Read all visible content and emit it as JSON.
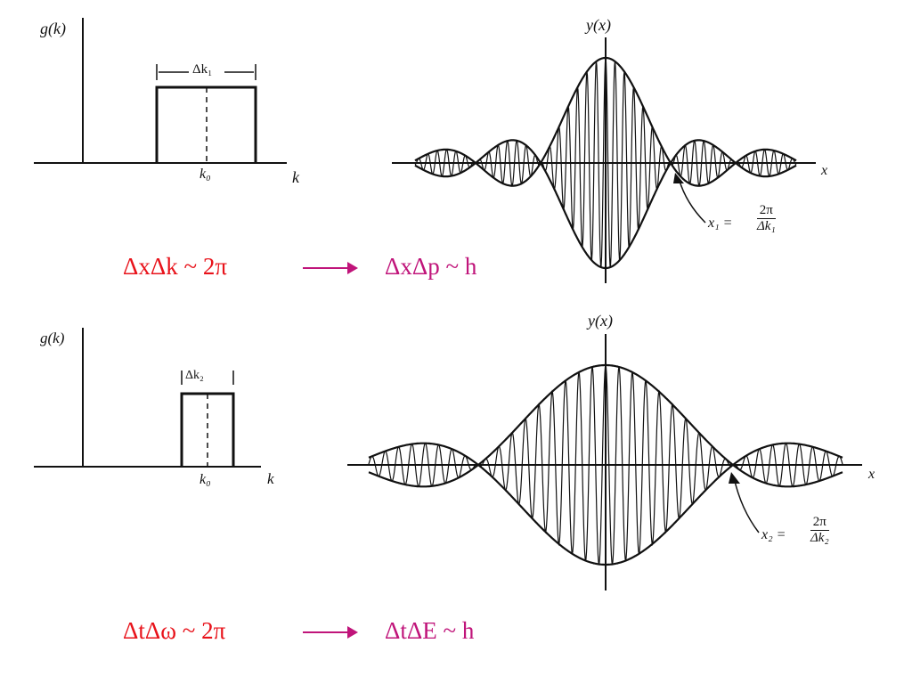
{
  "panel1": {
    "g_label": "g(k)",
    "width_label": "Δk₁",
    "k0_label": "k₀",
    "k_axis_label": "k",
    "y_label": "y(x)",
    "x_axis_label": "x",
    "node_label": "x₁ =",
    "node_num": "2π",
    "node_den": "Δk₁"
  },
  "panel2": {
    "g_label": "g(k)",
    "width_label": "Δk₂",
    "k0_label": "k₀",
    "k_axis_label": "k",
    "y_label": "y(x)",
    "x_axis_label": "x",
    "node_label": "x₂ =",
    "node_num": "2π",
    "node_den": "Δk₂"
  },
  "relations": {
    "r1_left": "ΔxΔk ~ 2π",
    "r1_right": "ΔxΔp ~ h",
    "r2_left": "ΔtΔω ~ 2π",
    "r2_right": "ΔtΔE ~ h"
  },
  "colors": {
    "red": "#e8121a",
    "magenta": "#c0147a",
    "ink": "#111111"
  }
}
